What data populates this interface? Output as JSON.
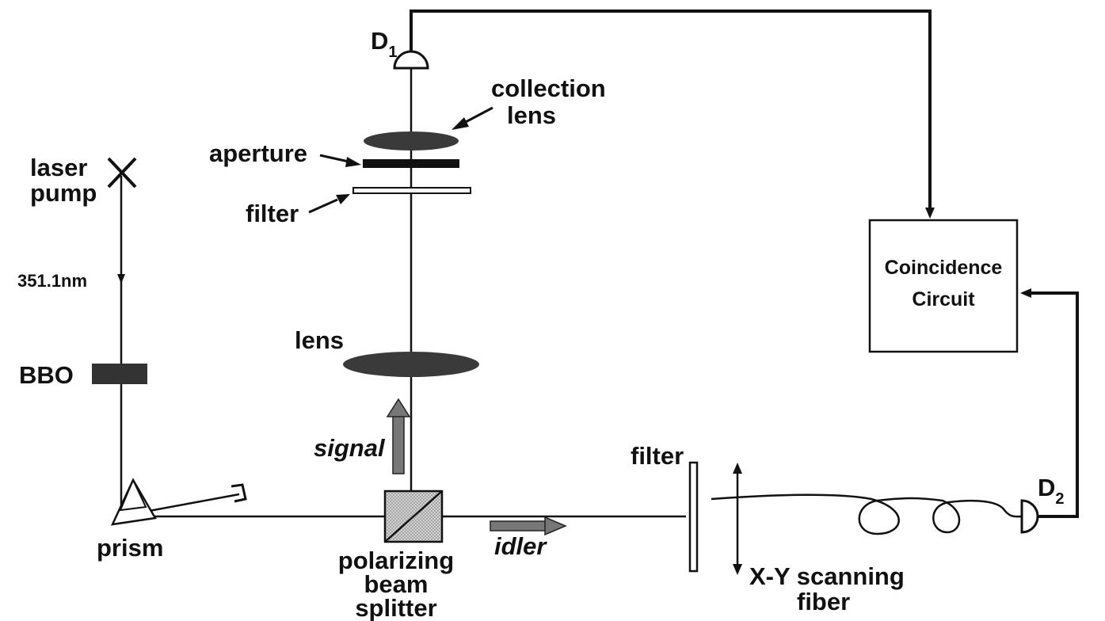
{
  "labels": {
    "d1_letter": "D",
    "d1_sub": "1",
    "d2_letter": "D",
    "d2_sub": "2",
    "collection_lens_line1": "collection",
    "collection_lens_line2": "lens",
    "aperture": "aperture",
    "filter_top": "filter",
    "laser_line1": "laser",
    "laser_line2": "pump",
    "wavelength": "351.1nm",
    "bbo": "BBO",
    "lens": "lens",
    "signal": "signal",
    "idler": "idler",
    "prism": "prism",
    "pbs_line1": "polarizing",
    "pbs_line2": "beam",
    "pbs_line3": "splitter",
    "filter_right": "filter",
    "scanning_line1": "X-Y scanning",
    "scanning_line2": "fiber",
    "coincidence_line1": "Coincidence",
    "coincidence_line2": "Circuit"
  },
  "colors": {
    "ink": "#111111",
    "lens_fill": "#3a3a3a",
    "arrow_fill": "#777777",
    "bbo_fill": "#333333",
    "splitter_fill": "#bbbbbb"
  }
}
